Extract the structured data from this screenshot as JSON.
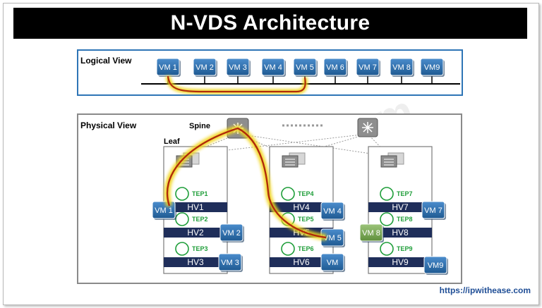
{
  "title": "N-VDS Architecture",
  "footer_url": "https://ipwithease.com",
  "watermark": "ipwithease.com",
  "logical_view": {
    "label": "Logical View",
    "vms": [
      "VM 1",
      "VM 2",
      "VM 3",
      "VM 4",
      "VM 5",
      "VM 6",
      "VM 7",
      "VM 8",
      "VM9"
    ]
  },
  "physical_view": {
    "label": "Physical View",
    "spine_label": "Spine",
    "leaf_label": "Leaf",
    "racks": [
      {
        "hosts": [
          {
            "tep": "TEP1",
            "hv": "HV1",
            "vm": "VM 1"
          },
          {
            "tep": "TEP2",
            "hv": "HV2",
            "vm": "VM 2"
          },
          {
            "tep": "TEP3",
            "hv": "HV3",
            "vm": "VM 3"
          }
        ]
      },
      {
        "hosts": [
          {
            "tep": "TEP4",
            "hv": "HV4",
            "vm": "VM 4"
          },
          {
            "tep": "TEP5",
            "hv": "HV5",
            "vm": "VM 5"
          },
          {
            "tep": "TEP6",
            "hv": "HV6",
            "vm": "VM"
          }
        ]
      },
      {
        "hosts": [
          {
            "tep": "TEP7",
            "hv": "HV7",
            "vm": "VM 7"
          },
          {
            "tep": "TEP8",
            "hv": "HV8",
            "vm": "VM 8"
          },
          {
            "tep": "TEP9",
            "hv": "HV9",
            "vm": "VM9"
          }
        ]
      }
    ]
  },
  "colors": {
    "vm_blue": "#2e6ea6",
    "vm_green": "#7fae5a",
    "hv_bar": "#1f2e5a",
    "tep_green": "#1f9e3a",
    "highlight": "#f2d51a",
    "path_red": "#b02a0a",
    "logical_border": "#2e75b6"
  }
}
